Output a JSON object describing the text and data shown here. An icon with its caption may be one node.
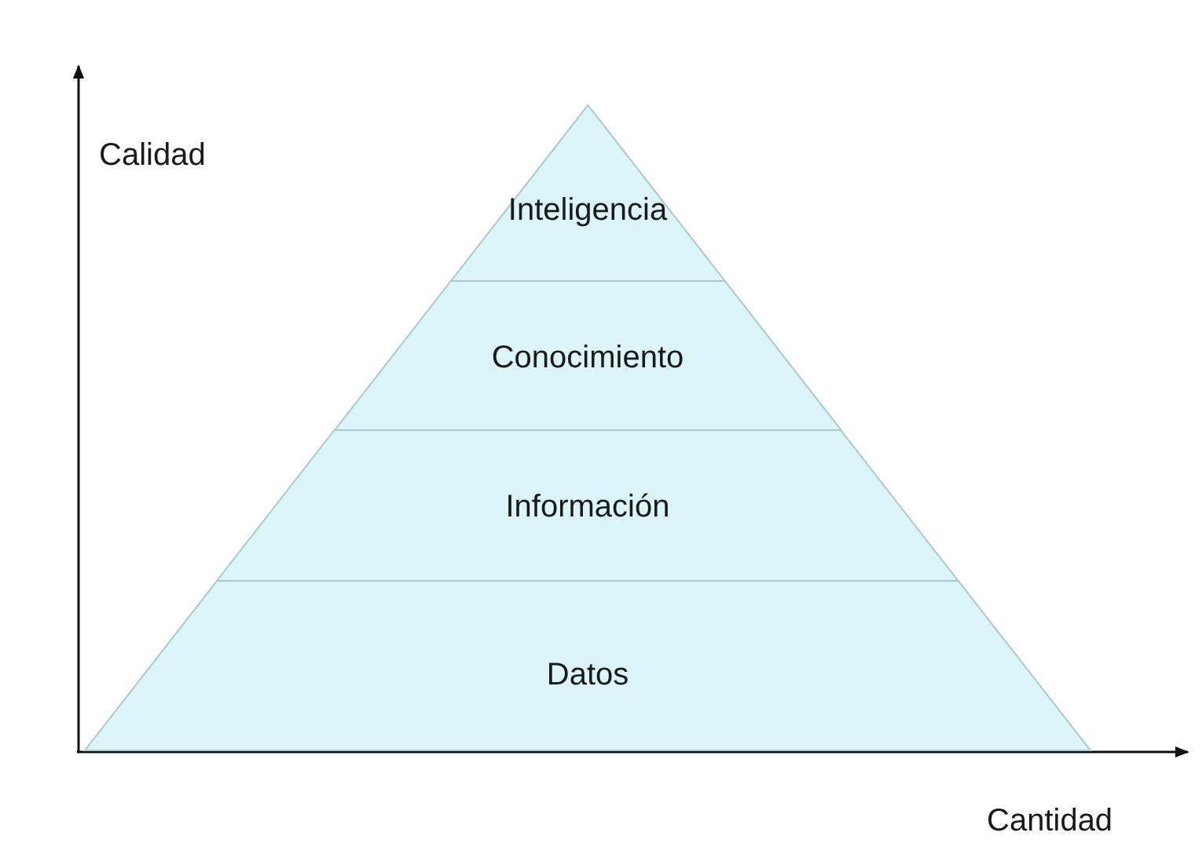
{
  "diagram": {
    "nodes": [
      {
        "text": [
          "Inteligencia"
        ]
      },
      {
        "text": [
          "Conocimiento"
        ]
      },
      {
        "text": [
          "Información"
        ]
      },
      {
        "text": [
          "Datos"
        ]
      }
    ],
    "labels": [
      "Calidad",
      "Cantidad"
    ]
  }
}
